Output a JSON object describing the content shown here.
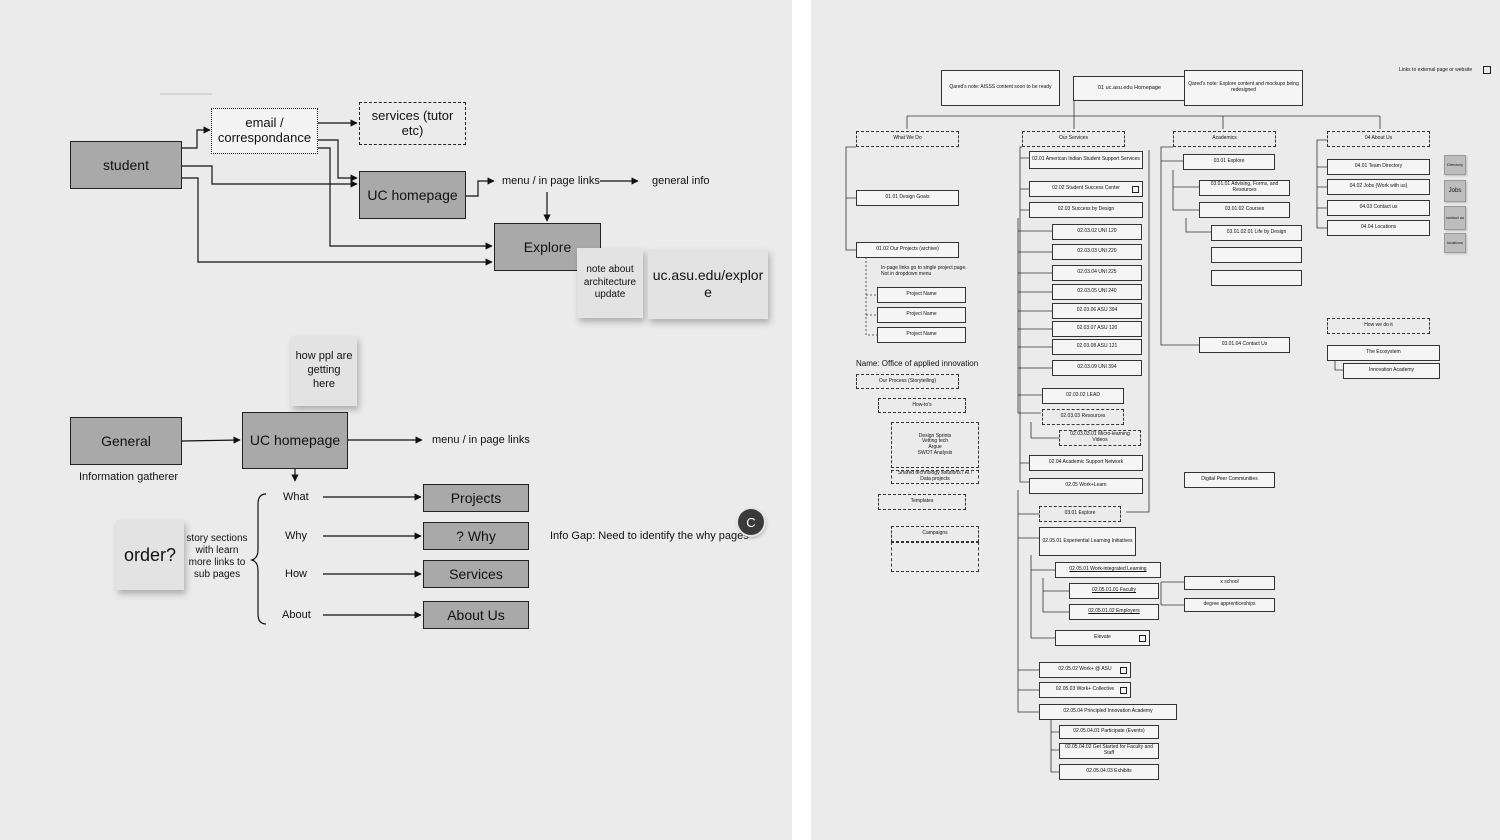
{
  "flow1": {
    "student": "student",
    "email": "email / correspondance",
    "services": "services (tutor etc)",
    "uc_homepage": "UC homepage",
    "menu_links": "menu / in page links",
    "general_info": "general info",
    "explore": "Explore",
    "note_arch": "note about architecture update",
    "url_note": "uc.asu.edu/explore"
  },
  "flow2": {
    "general": "General",
    "info_gatherer": "Information gatherer",
    "how_ppl": "how ppl are getting here",
    "uc_homepage": "UC homepage",
    "menu_links": "menu / in page links",
    "order": "order?",
    "story": "story sections with learn more links to sub pages",
    "q_what": "What",
    "q_why": "Why",
    "q_how": "How",
    "q_about": "About",
    "projects": "Projects",
    "why": "? Why",
    "services": "Services",
    "about": "About Us",
    "info_gap": "Info Gap: Need to identify the why pages",
    "avatar_initial": "C"
  },
  "sitemap": {
    "note1": "Qared's note: AISSS content soon to be ready",
    "homepage": "01 uc.asu.edu Homepage",
    "note2": "Qared's note: Explore content and mockups being redesigned",
    "legend": "Links to external page or website",
    "what_we_do": "What We Do",
    "design_goals": "01.01 Design Goals",
    "our_projects": "01.02 Our Projects (archive)",
    "inpage_note": "In-page links go to single project page. Not in dropdown menu",
    "project_name": "Project Name",
    "name_oai": "Name: Office of applied innovation",
    "our_process": "Our Process (Storytelling)",
    "how_tos": "How-to's",
    "design_sprints": "Design Sprints\nVetting tech\nArgue\nSWOT Analysis",
    "shared_tech": "Shared technology solutions / AI / Data projects",
    "templates": "Templates",
    "campaigns": "Campaigns",
    "our_services": "Our Services",
    "s0201": "02.01 American Indian Student Support Services",
    "s0202": "02.02 Student Success Center",
    "s0203": "02.03 Success by Design",
    "uni": [
      "02.03.02 UNI 120",
      "02.03.03 UNI 220",
      "02.03.04 UNI 225",
      "02.03.05 UNI 240",
      "02.03.06 ASU 394",
      "02.03.07 ASU 120",
      "02.03.08 ASU 121",
      "02.03.09 UNI 394"
    ],
    "lead": "02.03.02 LEAD",
    "resources": "02.03.03 Resources",
    "microlearning": "02.03.03.01 Micro-learning Videos",
    "s0204": "02.04 Academic Support Network",
    "s0205": "02.05 Work+Learn",
    "s0301_explore": "03.01 Explore",
    "experiential": "02.05.01 Experiential Learning Initiatives",
    "wil": "02.05.01 Work-integrated Learning",
    "faculty": "02.05.01.01 Faculty",
    "employers": "02.05.01.02 Employers",
    "elevate": "Elevate",
    "x_school": "x school",
    "degree_app": "degree apprenticeships",
    "work_asu": "02.05.02 Work+ @ ASU",
    "work_collective": "02.05.03 Work+ Collective",
    "principled": "02.05.04 Principled Innovation Academy",
    "participate": "02.05.04.01 Participate (Events)",
    "get_started": "02.05.04.02 Get Started for Faculty and Staff",
    "exhibits": "02.05.04.03 Exhibits",
    "academics": "Academics",
    "a0301": "03.01 Explore",
    "a030101": "03.01.01 Advising, Forms, and Resources",
    "a030102": "03.01.02 Courses",
    "a03010201": "03.01.02.01 Life by Design",
    "a030104": "03.01.04 Contact Us",
    "digital_peer": "Digital Peer Communities",
    "about_us": "04 About Us",
    "team_dir": "04.01 Team Directory",
    "jobs": "04.02 Jobs (Work with us)",
    "contact": "04.03 Contact us",
    "locations": "04.04 Locations",
    "tab_directory": "Directory",
    "tab_jobs": "Jobs",
    "tab_contact": "contact us",
    "tab_locations": "locations",
    "how_we_do_it": "How we do it",
    "ecosystem": "The Ecosystem",
    "innovation_academy": "Innovation Academy"
  }
}
